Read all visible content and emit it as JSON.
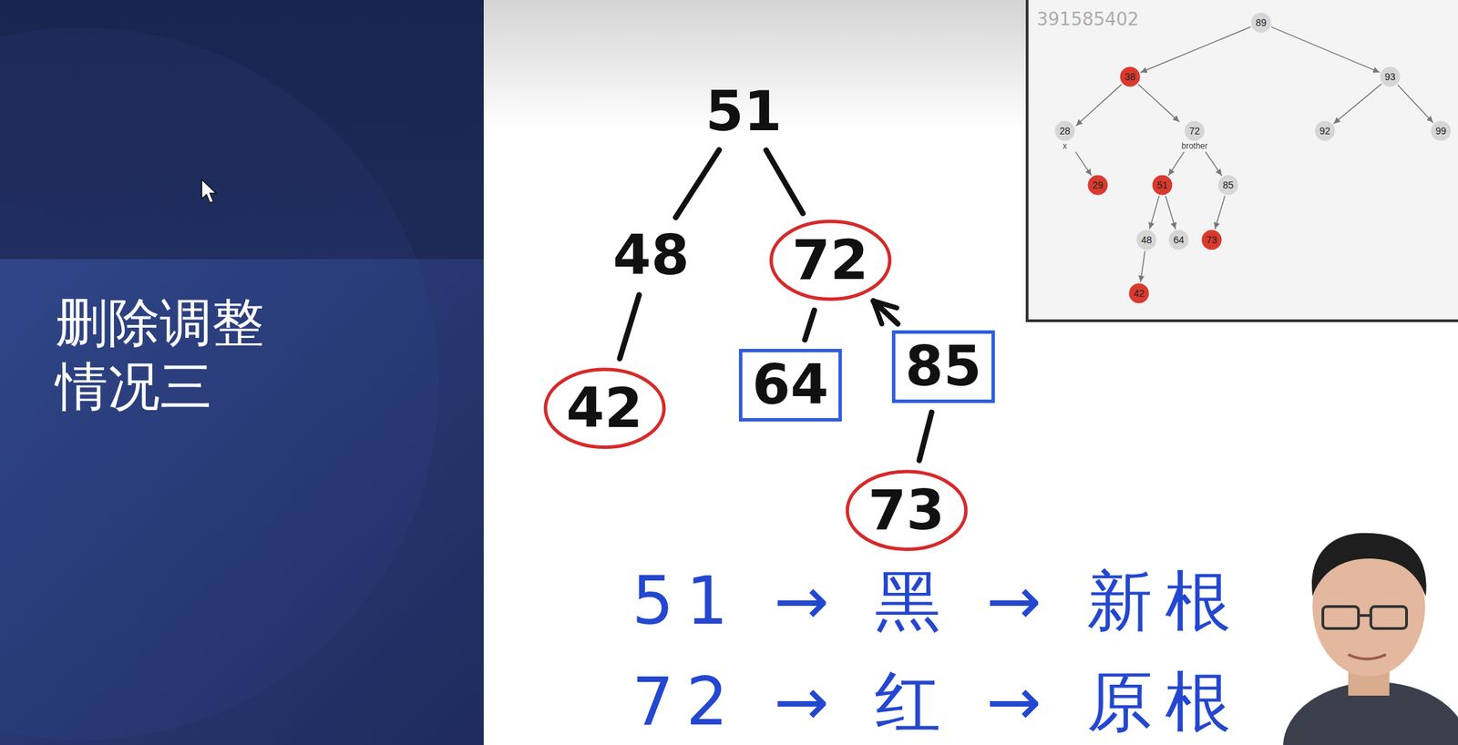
{
  "diagram": {
    "title": "删除调整 情况三",
    "nodes": [
      {
        "text": [
          "51"
        ]
      },
      {
        "text": [
          "48"
        ]
      },
      {
        "text": [
          "72"
        ]
      },
      {
        "text": [
          "42"
        ]
      },
      {
        "text": [
          "64"
        ]
      },
      {
        "text": [
          "85"
        ]
      },
      {
        "text": [
          "73"
        ]
      },
      {
        "text": [
          "89"
        ]
      },
      {
        "text": [
          "38"
        ]
      },
      {
        "text": [
          "93"
        ]
      },
      {
        "text": [
          "28",
          "x"
        ]
      },
      {
        "text": [
          "72",
          "brother"
        ]
      },
      {
        "text": [
          "92"
        ]
      },
      {
        "text": [
          "99"
        ]
      },
      {
        "text": [
          "29"
        ]
      },
      {
        "text": [
          "51"
        ]
      },
      {
        "text": [
          "85"
        ]
      },
      {
        "text": [
          "48"
        ]
      },
      {
        "text": [
          "64"
        ]
      },
      {
        "text": [
          "73"
        ]
      },
      {
        "text": [
          "42"
        ]
      }
    ],
    "edges": [
      {
        "from": 0,
        "to": 1,
        "arrow": "none"
      },
      {
        "from": 0,
        "to": 2,
        "arrow": "none"
      },
      {
        "from": 1,
        "to": 3,
        "arrow": "none"
      },
      {
        "from": 2,
        "to": 4,
        "arrow": "none"
      },
      {
        "from": 5,
        "to": 2,
        "arrow": "to"
      },
      {
        "from": 5,
        "to": 6,
        "arrow": "none"
      },
      {
        "from": 7,
        "to": 8,
        "arrow": "to"
      },
      {
        "from": 7,
        "to": 9,
        "arrow": "to"
      },
      {
        "from": 8,
        "to": 10,
        "arrow": "to"
      },
      {
        "from": 8,
        "to": 11,
        "arrow": "to"
      },
      {
        "from": 10,
        "to": 14,
        "arrow": "to"
      },
      {
        "from": 11,
        "to": 15,
        "arrow": "to"
      },
      {
        "from": 11,
        "to": 16,
        "arrow": "to"
      },
      {
        "from": 9,
        "to": 12,
        "arrow": "to"
      },
      {
        "from": 9,
        "to": 13,
        "arrow": "to"
      },
      {
        "from": 15,
        "to": 17,
        "arrow": "to"
      },
      {
        "from": 15,
        "to": 18,
        "arrow": "to"
      },
      {
        "from": 16,
        "to": 19,
        "arrow": "to"
      },
      {
        "from": 17,
        "to": 20,
        "arrow": "to"
      }
    ],
    "labels": [
      "391585402",
      "51 → 黑 → 新根",
      "72 → 红 → 原根"
    ]
  }
}
